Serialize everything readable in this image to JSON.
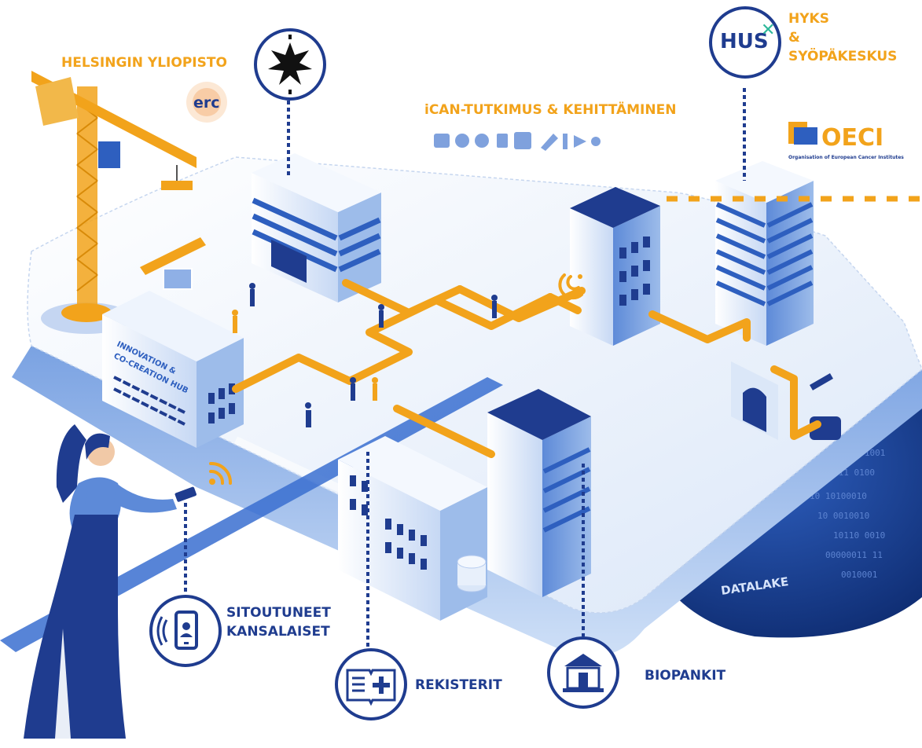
{
  "labels": {
    "helsinki_university": "HELSINGIN YLIOPISTO",
    "erc": "erc",
    "hyks_line1": "HYKS",
    "hyks_line2": "&",
    "hyks_line3": "SYÖPÄKESKUS",
    "hus_logo": "HUS",
    "oeci_logo": "OECI",
    "oeci_subtitle": "Organisation of European Cancer Institutes",
    "ican": "iCAN-TUTKIMUS & KEHITTÄMINEN",
    "hub_line1": "INNOVATION &",
    "hub_line2": "CO-CREATION HUB",
    "citizens_line1": "SITOUTUNEET",
    "citizens_line2": "KANSALAISET",
    "registers": "REKISTERIT",
    "biobanks": "BIOPANKIT",
    "datalake": "DATALAKE",
    "binary_rows": [
      "11 1001",
      "011 0100",
      "10 10100010",
      "10 0010010",
      "10110 0010",
      "00000011 11",
      "0010001"
    ]
  },
  "colors": {
    "primary_blue": "#1f3c8f",
    "accent_orange": "#f2a31b",
    "hus_green": "#2fb89a",
    "light_blue": "#dbe7f8",
    "building_blue": "#2e5fbf"
  },
  "icons": [
    "helsinki-flame-icon",
    "hus-cross-icon",
    "smartphone-icon",
    "register-book-icon",
    "biobank-building-icon",
    "wifi-signal-icon"
  ]
}
